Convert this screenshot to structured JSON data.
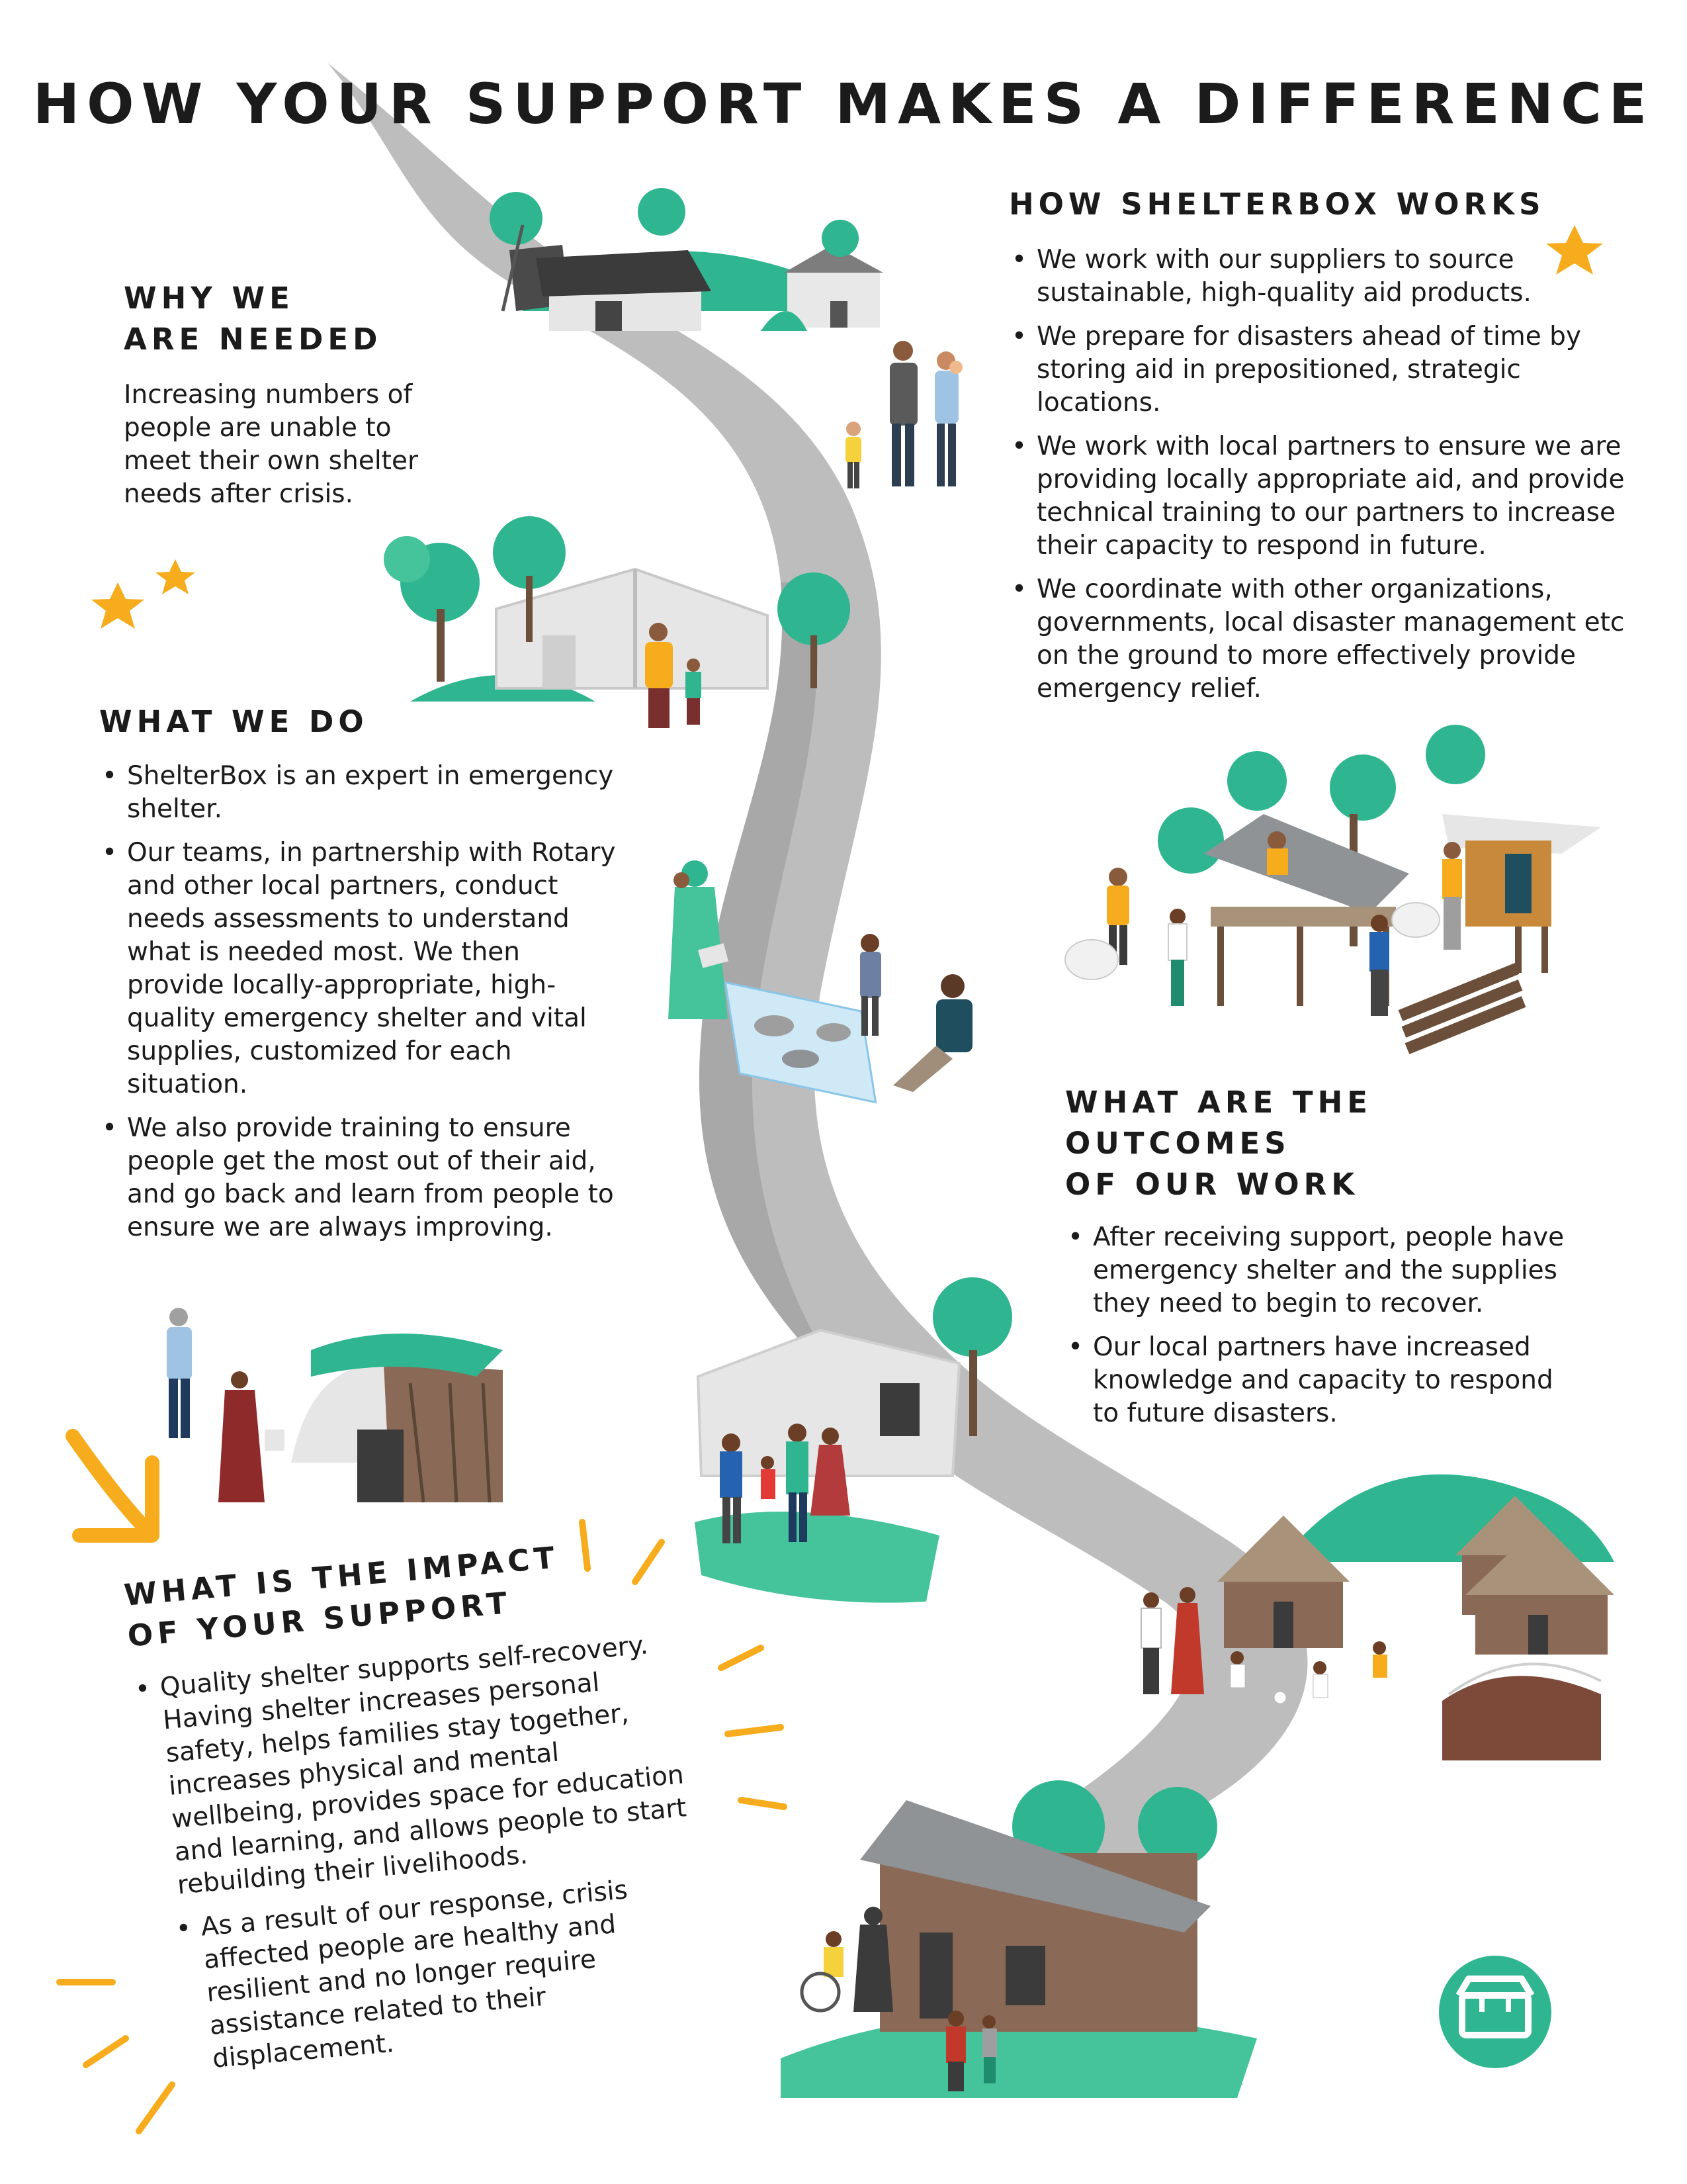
{
  "colors": {
    "road": "#bdbdbd",
    "road_shadow": "#9e9e9e",
    "green": "#2fb690",
    "green_dark": "#1f8d6d",
    "green_light": "#45c39b",
    "star": "#f7ac1d",
    "tent": "#e6e6e6",
    "roof_metal": "#8f9396",
    "hut": "#8a6a57",
    "thatch": "#a9927a",
    "text": "#1b1b1b"
  },
  "page": {
    "title": "HOW YOUR SUPPORT MAKES A DIFFERENCE"
  },
  "why": {
    "heading_line1": "WHY WE",
    "heading_line2": "ARE NEEDED",
    "body": "Increasing numbers of people are unable to meet their own shelter needs after crisis."
  },
  "what_we_do": {
    "heading": "WHAT WE DO",
    "items": [
      "ShelterBox is an expert in emergency shelter.",
      "Our teams, in partnership with Rotary and other local partners, conduct needs assessments to understand what is needed most. We then provide locally-appropriate, high-quality emergency shelter and vital supplies, customized for each situation.",
      "We also provide training to ensure people get the most out of their aid, and go back and learn from people to ensure we are always improving."
    ]
  },
  "how_works": {
    "heading": "HOW SHELTERBOX WORKS",
    "items": [
      "We work with our suppliers to source sustainable, high-quality aid products.",
      "We prepare for disasters ahead of time by storing aid in prepositioned, strategic locations.",
      "We work with local partners to ensure we are providing locally appropriate aid, and provide technical training to our partners to increase their capacity to respond in future.",
      "We coordinate with other organizations, governments, local disaster management etc on the ground to more effectively provide emergency relief."
    ]
  },
  "outcomes": {
    "heading_line1": "WHAT ARE THE OUTCOMES",
    "heading_line2": "OF OUR WORK",
    "items": [
      "After receiving support, people have emergency shelter and the supplies they need to begin to recover.",
      "Our local partners have increased knowledge and capacity to respond to future disasters."
    ]
  },
  "impact": {
    "heading_line1": "WHAT IS THE IMPACT",
    "heading_line2": "OF YOUR SUPPORT",
    "items": [
      "Quality shelter supports self-recovery. Having shelter increases personal safety, helps families stay together, increases physical and mental wellbeing, provides space for education and learning, and allows people to start rebuilding their livelihoods.",
      "As a result of our response, crisis affected people are healthy and resilient and no longer require assistance related to their displacement."
    ]
  },
  "icons": {
    "logo": "shelterbox-box-icon",
    "stars": "star-icon",
    "arrow": "arrow-down-icon"
  }
}
